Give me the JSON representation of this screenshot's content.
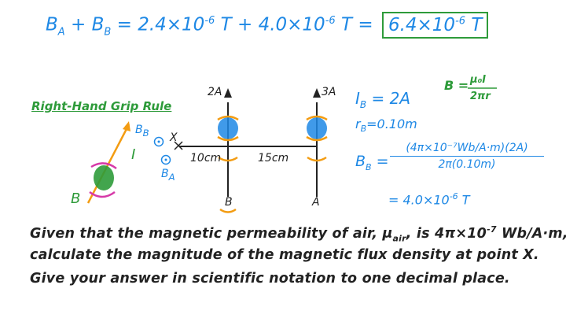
{
  "top_equation": {
    "lhs_b": "B",
    "sub_a": "A",
    "plus": "+",
    "sub_b": "B",
    "equals": "=",
    "term1": "2.4×10",
    "exp1": "-6",
    "unit1": "T",
    "term2": "4.0×10",
    "exp2": "-6",
    "unit2": "T",
    "result": "6.4×10",
    "exp3": "-6",
    "unit3": "T"
  },
  "rule_title": "Right-Hand Grip Rule",
  "diagram": {
    "wire_b_current": "2A",
    "wire_a_current": "3A",
    "wire_b_label": "B",
    "wire_a_label": "A",
    "point_label": "X",
    "dist_left": "10cm",
    "dist_right": "15cm",
    "field_b_label": "B",
    "field_b_sub": "B",
    "field_a_label": "B",
    "field_a_sub": "A",
    "grip_current_label": "I",
    "grip_field_label": "B"
  },
  "working": {
    "ib": "I",
    "ib_sub": "B",
    "ib_val": "= 2A",
    "rb": "r",
    "rb_sub": "B",
    "rb_val": "=0.10m",
    "bb": "B",
    "bb_sub": "B",
    "bb_eq": "=",
    "bb_num": "(4π×10⁻⁷Wb/A·m)(2A)",
    "bb_den": "2π(0.10m)",
    "bb_result": "= 4.0×10",
    "bb_result_exp": "-6",
    "bb_result_unit": "T"
  },
  "formula": {
    "lhs": "B =",
    "num": "μ₀I",
    "den": "2πr"
  },
  "question": {
    "line1_a": "Given that the magnetic permeability of air, μ",
    "line1_sub": "air",
    "line1_b": ", is 4π×10",
    "line1_exp": "-7",
    "line1_c": " Wb/A·m,",
    "line2": "calculate the magnitude of the magnetic flux density at point X.",
    "line3": "Give your answer in scientific notation to one decimal place."
  },
  "colors": {
    "blue": "#1e88e5",
    "green": "#2e9b3a",
    "magenta": "#d63aa8",
    "orange": "#f39c12",
    "ink": "#222222"
  }
}
